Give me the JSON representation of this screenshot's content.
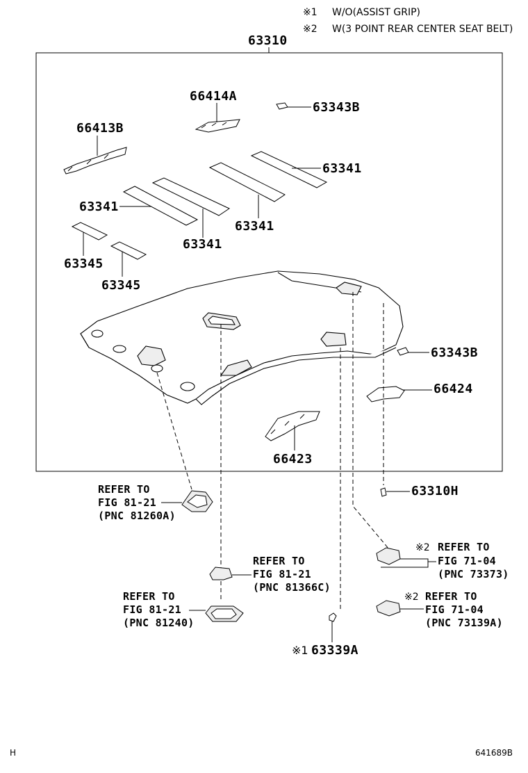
{
  "notes": [
    {
      "mark": "※1",
      "text": "W/O(ASSIST GRIP)"
    },
    {
      "mark": "※2",
      "text": "W(3 POINT REAR CENTER SEAT BELT)"
    }
  ],
  "parts": {
    "assembly": "63310",
    "p66414a": "66414A",
    "p63343b_top": "63343B",
    "p66413b": "66413B",
    "p63341_a": "63341",
    "p63341_b": "63341",
    "p63341_c": "63341",
    "p63341_d": "63341",
    "p63345_a": "63345",
    "p63345_b": "63345",
    "p63343b_right": "63343B",
    "p66424": "66424",
    "p66423": "66423",
    "p63310h": "63310H",
    "p63339a": "63339A",
    "p63339a_mark": "※1"
  },
  "refs": {
    "r1": {
      "line1": "REFER TO",
      "line2": "FIG 81-21",
      "line3": "(PNC 81260A)"
    },
    "r2": {
      "line1": "REFER TO",
      "line2": "FIG 81-21",
      "line3": "(PNC 81366C)"
    },
    "r3": {
      "line1": "REFER TO",
      "line2": "FIG 81-21",
      "line3": "(PNC 81240)"
    },
    "r4": {
      "mark": "※2",
      "line1": "REFER TO",
      "line2": "FIG 71-04",
      "line3": "(PNC 73373)"
    },
    "r5": {
      "mark": "※2",
      "line1": "REFER TO",
      "line2": "FIG 71-04",
      "line3": "(PNC 73139A)"
    }
  },
  "footer": {
    "left": "H",
    "right": "641689B"
  }
}
